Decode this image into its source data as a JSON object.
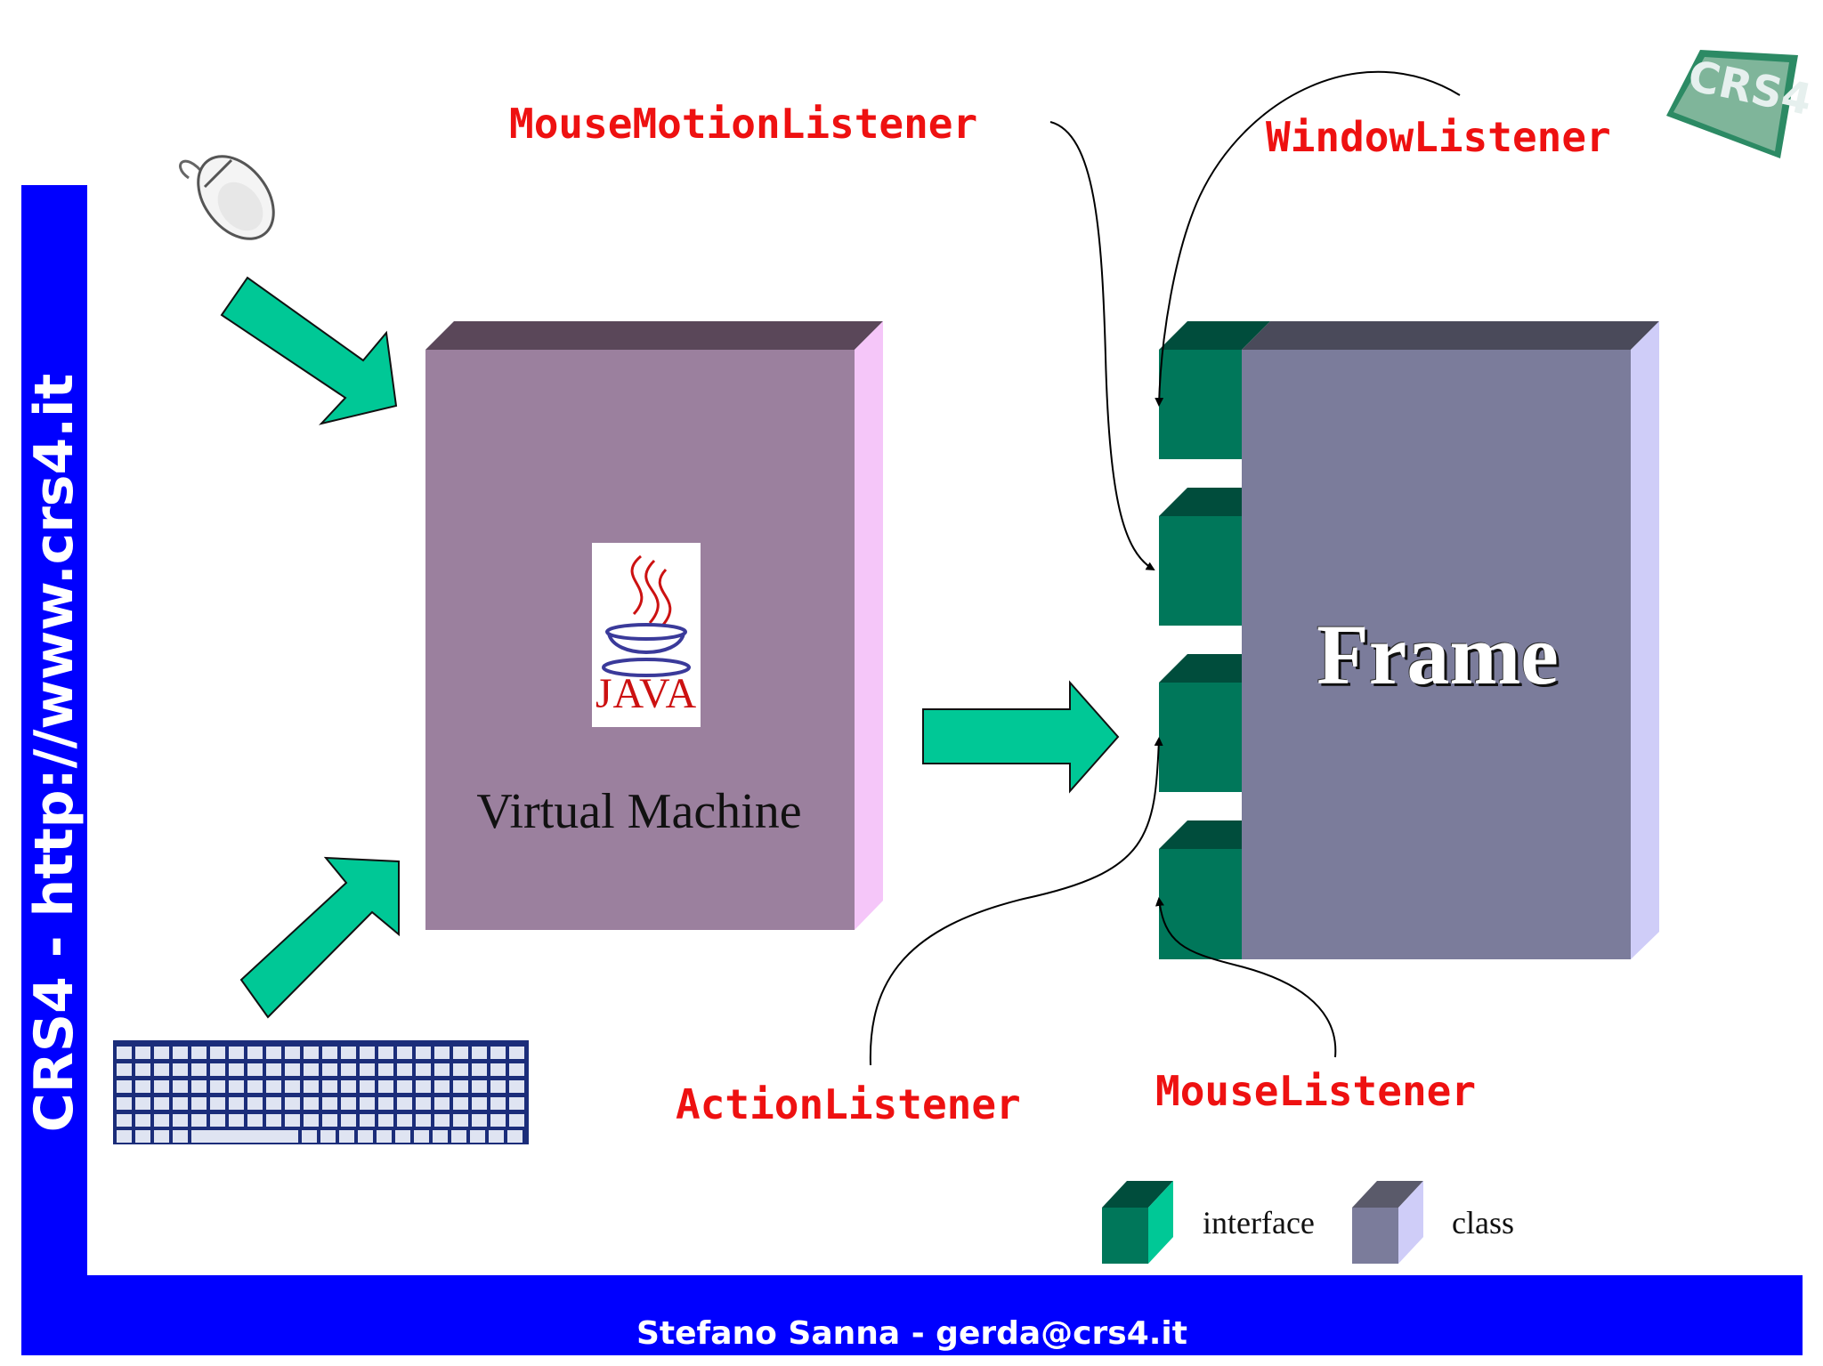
{
  "sidebar": {
    "text": "CRS4 - http://www.crs4.it"
  },
  "footer": {
    "text": "Stefano Sanna - gerda@crs4.it"
  },
  "labels": {
    "mouse_motion": "MouseMotionListener",
    "window": "WindowListener",
    "action": "ActionListener",
    "mouse": "MouseListener"
  },
  "vm": {
    "label": "Virtual Machine",
    "java_logo_text": "JAVA"
  },
  "frame": {
    "label": "Frame"
  },
  "legend": {
    "interface": "interface",
    "class": "class"
  },
  "logo": {
    "text": "CRS4"
  },
  "colors": {
    "sidebar_blue": "#0000ff",
    "listener_red": "#ee1111",
    "vm_front": "#9b809e",
    "vm_top": "#5a4759",
    "vm_side": "#f5c6f9",
    "frame_front": "#7b7c9b",
    "frame_top": "#4a4a5a",
    "frame_side": "#cfcdf8",
    "interface_front": "#00775a",
    "interface_top": "#004d3c",
    "interface_side": "#00c896",
    "arrow_green": "#00c896"
  },
  "icons": [
    "mouse-icon",
    "keyboard-icon",
    "java-logo",
    "crs4-logo"
  ]
}
